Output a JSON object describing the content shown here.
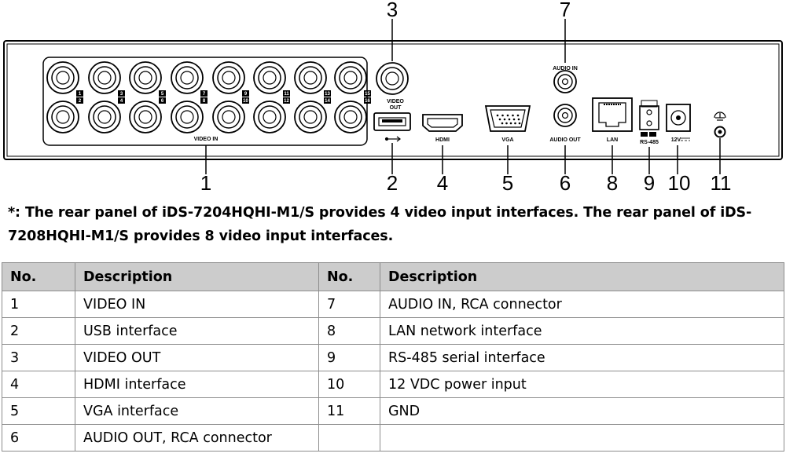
{
  "diagram": {
    "callouts": [
      "1",
      "2",
      "3",
      "4",
      "5",
      "6",
      "7",
      "8",
      "9",
      "10",
      "11"
    ],
    "panel_labels": {
      "video_in": "VIDEO IN",
      "video_out_line1": "VIDEO",
      "video_out_line2": "OUT",
      "hdmi": "HDMI",
      "vga": "VGA",
      "audio_in": "AUDIO IN",
      "audio_out": "AUDIO OUT",
      "lan": "LAN",
      "rs485": "RS-485",
      "power": "12V"
    },
    "channel_numbers": [
      "1",
      "2",
      "3",
      "4",
      "5",
      "6",
      "7",
      "8",
      "9",
      "10",
      "11",
      "12",
      "13",
      "14",
      "15",
      "16"
    ]
  },
  "note": "*: The rear panel of iDS-7204HQHI-M1/S provides 4 video input interfaces. The rear panel of iDS-7208HQHI-M1/S provides 8 video input interfaces.",
  "table": {
    "headers": [
      "No.",
      "Description",
      "No.",
      "Description"
    ],
    "rows": [
      [
        "1",
        "VIDEO IN",
        "7",
        "AUDIO IN, RCA connector"
      ],
      [
        "2",
        "USB interface",
        "8",
        "LAN network interface"
      ],
      [
        "3",
        "VIDEO OUT",
        "9",
        "RS-485 serial interface"
      ],
      [
        "4",
        "HDMI interface",
        "10",
        "12 VDC power input"
      ],
      [
        "5",
        "VGA interface",
        "11",
        "GND"
      ],
      [
        "6",
        "AUDIO OUT, RCA connector",
        "",
        ""
      ]
    ]
  }
}
